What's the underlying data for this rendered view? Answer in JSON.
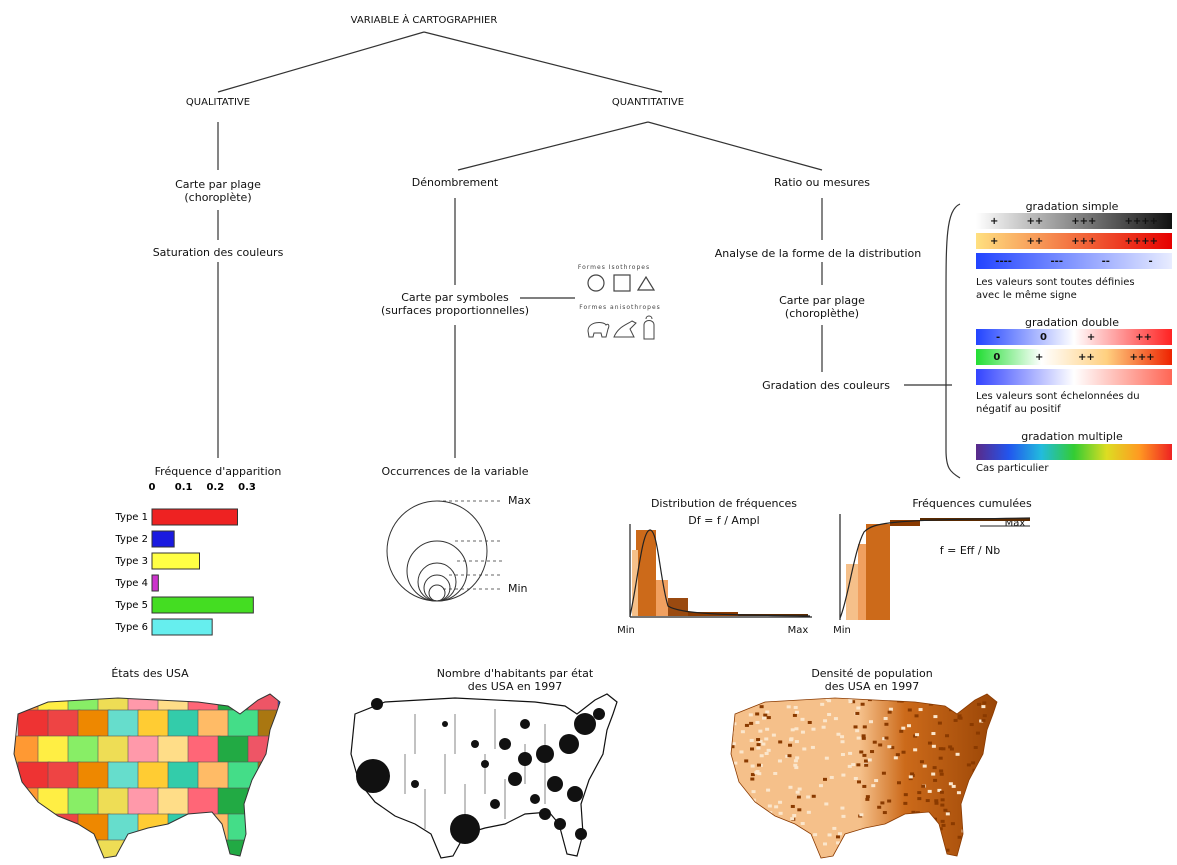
{
  "tree": {
    "root": "VARIABLE À CARTOGRAPHIER",
    "qualitative": "QUALITATIVE",
    "quantitative": "QUANTITATIVE",
    "carte_plage_qual": [
      "Carte par plage",
      "(choroplète)"
    ],
    "saturation": "Saturation des couleurs",
    "frequence": "Fréquence d'apparition",
    "denombrement": "Dénombrement",
    "carte_symboles": [
      "Carte par symboles",
      "(surfaces proportionnelles)"
    ],
    "occurrences": "Occurrences de la variable",
    "ratio": "Ratio ou mesures",
    "analyse": "Analyse de la forme de la distribution",
    "carte_plage_quant": [
      "Carte par plage",
      "(choroplèthe)"
    ],
    "gradation": "Gradation des couleurs",
    "formes_geo": "Formes Isothropes",
    "formes_anis": "Formes anisothropes"
  },
  "bar_chart": {
    "ticks": [
      "0",
      "0.1",
      "0.2",
      "0.3"
    ],
    "max": 0.3,
    "items": [
      {
        "label": "Type 1",
        "value": 0.27,
        "color": "#ee2222"
      },
      {
        "label": "Type 2",
        "value": 0.07,
        "color": "#1a1ae0"
      },
      {
        "label": "Type 3",
        "value": 0.15,
        "color": "#ffff44"
      },
      {
        "label": "Type 4",
        "value": 0.02,
        "color": "#cc33cc"
      },
      {
        "label": "Type 5",
        "value": 0.32,
        "color": "#44dd22"
      },
      {
        "label": "Type 6",
        "value": 0.19,
        "color": "#66eeee"
      }
    ]
  },
  "circles": {
    "max": "Max",
    "min": "Min"
  },
  "gradients": {
    "simple_title": "gradation simple",
    "simple_rows": [
      {
        "stops": [
          "#ffffff",
          "#111111"
        ],
        "marks": [
          "+",
          "++",
          "+++",
          "++++"
        ]
      },
      {
        "stops": [
          "#ffe080",
          "#e60000"
        ],
        "marks": [
          "+",
          "++",
          "+++",
          "++++"
        ]
      },
      {
        "stops": [
          "#2244ff",
          "#e8ecff"
        ],
        "marks": [
          "----",
          "---",
          "--",
          "-"
        ]
      }
    ],
    "simple_note": [
      "Les valeurs sont toutes définies",
      "avec le même signe"
    ],
    "double_title": "gradation double",
    "double_rows": [
      {
        "stops": [
          "#2244ff",
          "#ffffff",
          "#ff2222"
        ],
        "marks": [
          "-",
          "0",
          "+",
          "++"
        ]
      },
      {
        "stops": [
          "#22dd33",
          "#ffffff",
          "#ffd080",
          "#ee2200"
        ],
        "marks": [
          "0",
          "+",
          "++",
          "+++"
        ]
      },
      {
        "stops": [
          "#3344ff",
          "#ffffff",
          "#ff6655"
        ],
        "marks": []
      }
    ],
    "double_note": [
      "Les valeurs sont échelonnées du",
      "négatif au positif"
    ],
    "multiple_title": "gradation multiple",
    "multiple_stops": [
      "#5a2a88",
      "#2255ee",
      "#22bbdd",
      "#33cc33",
      "#dddd22",
      "#ff9922",
      "#ee2222"
    ],
    "multiple_note": "Cas particulier"
  },
  "distribution": {
    "title": "Distribution de fréquences",
    "formula": "Df = f / Ampl",
    "min": "Min",
    "max": "Max"
  },
  "cumulative": {
    "title": "Fréquences cumulées",
    "formula": "f = Eff / Nb",
    "min": "Min",
    "max": "Max"
  },
  "maps": {
    "states_title": "États des USA",
    "population_title": [
      "Nombre d'habitants par état",
      "des USA en 1997"
    ],
    "density_title": [
      "Densité de population",
      "des USA en 1997"
    ]
  },
  "colors": {
    "line": "#333333",
    "orange_dark": "#8a3a00",
    "orange_mid": "#cc6a1a",
    "orange_light": "#f5c08a"
  }
}
